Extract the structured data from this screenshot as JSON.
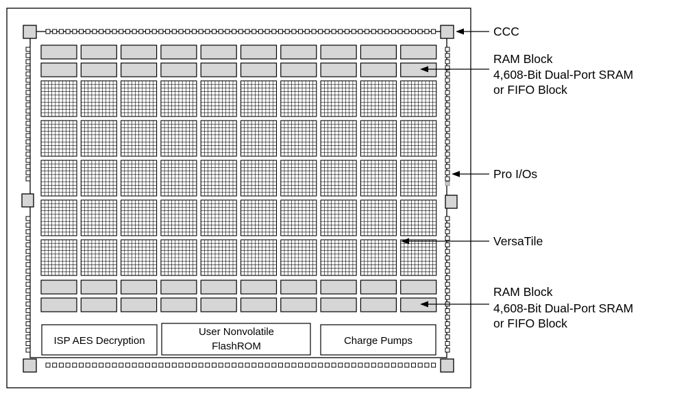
{
  "callouts": {
    "ccc": "CCC",
    "ram_top": {
      "line1": "RAM Block",
      "line2": "4,608-Bit Dual-Port SRAM",
      "line3": "or FIFO Block"
    },
    "pro_ios": "Pro I/Os",
    "versatile": "VersaTile",
    "ram_bottom": {
      "line1": "RAM Block",
      "line2": "4,608-Bit Dual-Port SRAM",
      "line3": "or FIFO Block"
    }
  },
  "bottom_blocks": {
    "isp": "ISP AES Decryption",
    "flash_line1": "User Nonvolatile",
    "flash_line2": "FlashROM",
    "charge_pumps": "Charge Pumps"
  },
  "colors": {
    "block_fill": "#d6d6d6",
    "stroke": "#000000",
    "background": "#ffffff"
  }
}
